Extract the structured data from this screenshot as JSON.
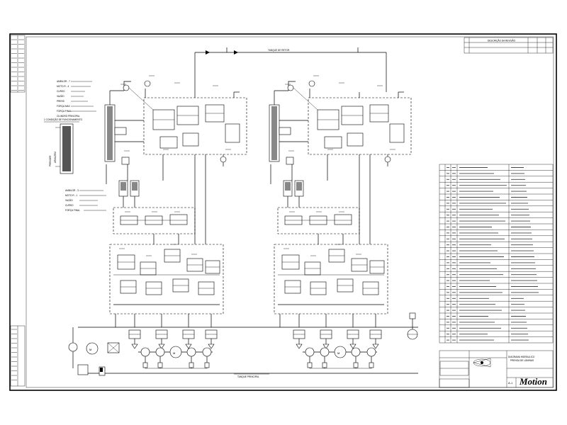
{
  "drawing": {
    "title_line1": "DIAGRAMA HIDRÁULICO",
    "title_line2": "PRENSA DE LÂMINAS",
    "brand": "Motion",
    "revision_header": "DESCRIÇÃO DA REVISÃO",
    "top_tank_label": "TANQUE DE RETOR.",
    "bottom_tank_label": "TANQUE PRINCIPAL",
    "sheet_code": "A-1",
    "cylinder_section_label": "1 CONDIÇÃO DE FUNCIONAMENTO"
  },
  "specs_upper": [
    "AMBILOR - 7",
    "MOTO R - 4",
    "CURSO",
    "VAZÃO",
    "PRESS",
    "FORÇA MAX",
    "FORÇA FINAL",
    "CILINDRO PRINCIPAL"
  ],
  "specs_lower": [
    "AMBILOR - 3",
    "MOTO R - 1",
    "VAZÃO",
    "CURSO",
    "FORÇA FINAL"
  ],
  "parts_list": {
    "row_count": 30
  },
  "colors": {
    "line": "#000000",
    "paper": "#ffffff"
  }
}
